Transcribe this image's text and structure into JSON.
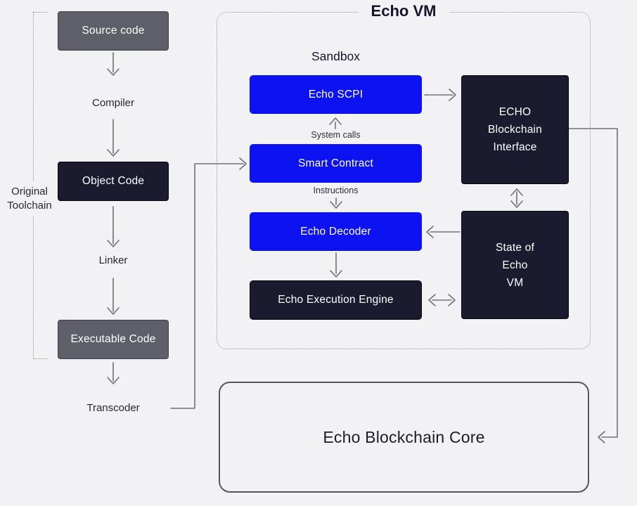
{
  "colors": {
    "background": "#f2f2f5",
    "accent_blue": "#0d12f0",
    "dark_navy": "#1b1b30",
    "gray_node": "#5f5f6a",
    "wire": "#6f6f7a"
  },
  "toolchain": {
    "bracket_label": "Original Toolchain",
    "source": "Source code",
    "compiler": "Compiler",
    "object": "Object Code",
    "linker": "Linker",
    "executable": "Executable Code",
    "transcoder": "Transcoder"
  },
  "vm": {
    "title": "Echo VM",
    "sandbox": "Sandbox",
    "scpi": "Echo SCPI",
    "system_calls": "System calls",
    "smart_contract": "Smart Contract",
    "instructions": "Instructions",
    "decoder": "Echo Decoder",
    "engine": "Echo Execution Engine",
    "interface": "ECHO\nBlockchain\nInterface",
    "state": "State of\nEcho\nVM"
  },
  "core": {
    "label": "Echo Blockchain Core"
  }
}
